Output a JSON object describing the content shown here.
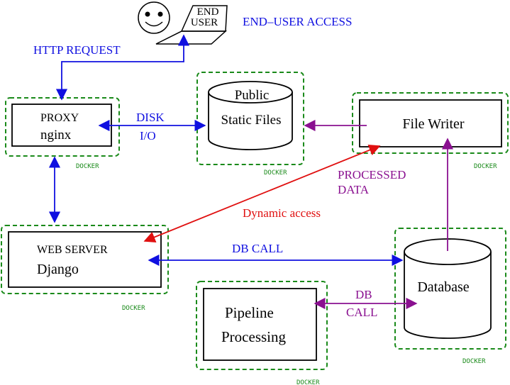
{
  "end_user": {
    "label_line1": "END",
    "label_line2": "USER",
    "access_label": "END–USER ACCESS"
  },
  "edges": {
    "http_request": "HTTP REQUEST",
    "disk_line1": "DISK",
    "disk_line2": "I/O",
    "processed_line1": "PROCESSED",
    "processed_line2": "DATA",
    "dynamic_access": "Dynamic access",
    "db_call": "DB CALL",
    "db_call2_line1": "DB",
    "db_call2_line2": "CALL"
  },
  "nodes": {
    "proxy": {
      "line1": "PROXY",
      "line2": "nginx"
    },
    "static_files": {
      "line1": "Public",
      "line2": "Static Files"
    },
    "file_writer": {
      "label": "File Writer"
    },
    "web_server": {
      "line1": "WEB SERVER",
      "line2": "Django"
    },
    "database": {
      "label": "Database"
    },
    "pipeline": {
      "line1": "Pipeline",
      "line2": "Processing"
    }
  },
  "container_label": "DOCKER",
  "colors": {
    "blue": "#1010e0",
    "purple": "#8a1090",
    "red": "#e01010",
    "green": "#1a8a1a",
    "black": "#000000"
  }
}
